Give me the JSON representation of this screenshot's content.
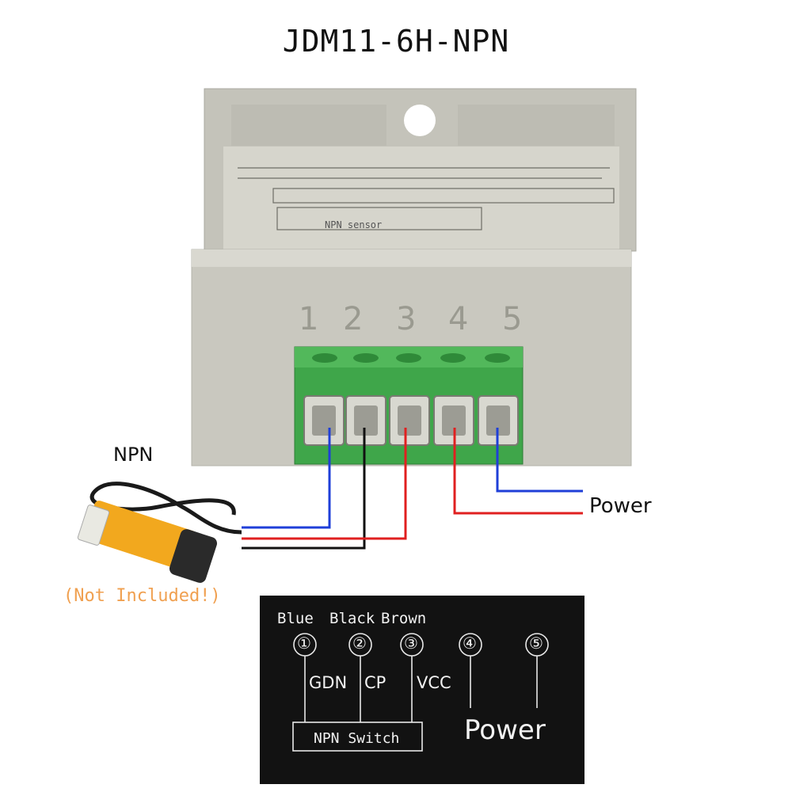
{
  "title": "JDM11-6H-NPN",
  "device": {
    "terminal_numbers": [
      "1",
      "2",
      "3",
      "4",
      "5"
    ],
    "sensor_label": "NPN sensor"
  },
  "labels": {
    "npn": "NPN",
    "power": "Power",
    "not_included": "(Not Included!)"
  },
  "legend": {
    "wire_colors": [
      "Blue",
      "Black",
      "Brown"
    ],
    "terminals": [
      "①",
      "②",
      "③",
      "④",
      "⑤"
    ],
    "signals": [
      "GDN",
      "CP",
      "VCC"
    ],
    "switch_label": "NPN Switch",
    "power_label": "Power"
  },
  "colors": {
    "housing": "#c9c8bf",
    "terminal_block": "#3fa64a",
    "wire_blue": "#1f3fd8",
    "wire_black": "#111111",
    "wire_red": "#e02020",
    "sensor_body": "#f2a81e",
    "legend_bg": "#121212"
  }
}
